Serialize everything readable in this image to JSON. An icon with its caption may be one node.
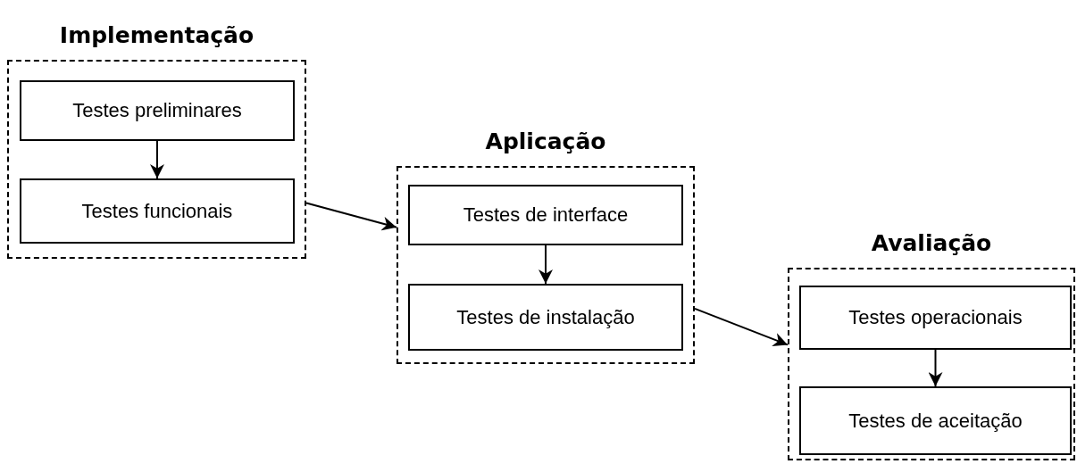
{
  "diagram": {
    "nodes": [
      {
        "text": [
          "Implementação"
        ]
      },
      {
        "text": [
          "Testes preliminares"
        ],
        "in": 0
      },
      {
        "text": [
          "Testes funcionais"
        ],
        "in": 0
      },
      {
        "text": [
          "Aplicação"
        ]
      },
      {
        "text": [
          "Testes de interface"
        ],
        "in": 3
      },
      {
        "text": [
          "Testes de instalação"
        ],
        "in": 3
      },
      {
        "text": [
          "Avaliação"
        ]
      },
      {
        "text": [
          "Testes operacionais"
        ],
        "in": 6
      },
      {
        "text": [
          "Testes de aceitação"
        ],
        "in": 6
      }
    ],
    "edges": [
      {
        "from": 1,
        "to": 2,
        "arrow": "to"
      },
      {
        "from": 0,
        "to": 3,
        "arrow": "to"
      },
      {
        "from": 4,
        "to": 5,
        "arrow": "to"
      },
      {
        "from": 3,
        "to": 6,
        "arrow": "to"
      },
      {
        "from": 7,
        "to": 8,
        "arrow": "to"
      }
    ]
  }
}
